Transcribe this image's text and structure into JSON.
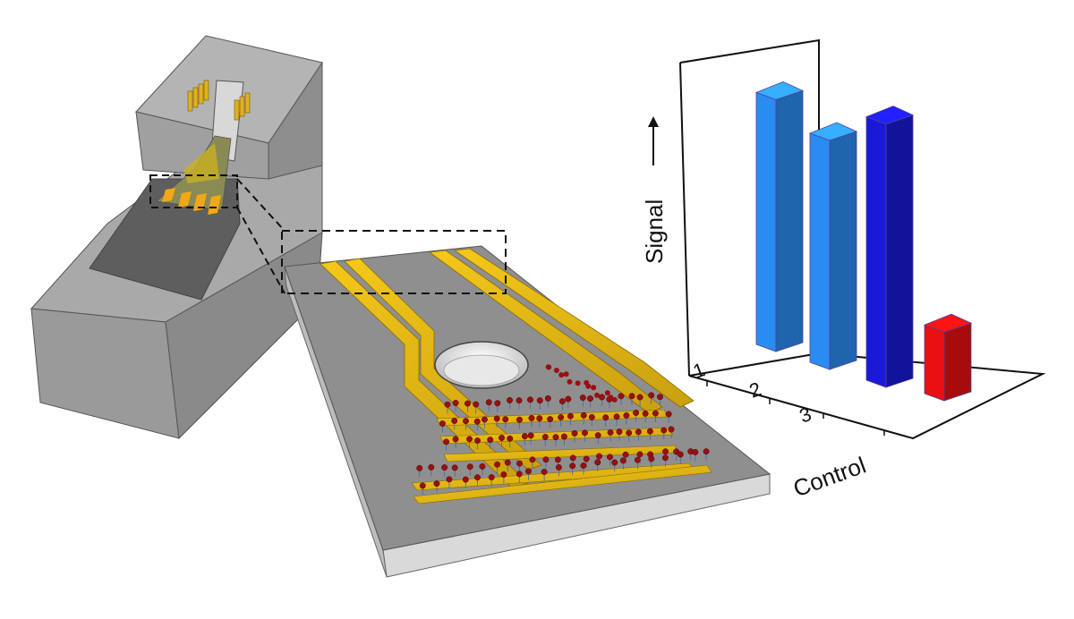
{
  "chart_data": {
    "type": "bar",
    "ylabel": "Signal",
    "categories": [
      "1",
      "2",
      "3",
      "Control"
    ],
    "values": [
      0.88,
      0.8,
      0.92,
      0.24
    ],
    "ylim": [
      0,
      1
    ],
    "colors": [
      "#2a8cf0",
      "#2a8cf0",
      "#1a1ad6",
      "#e81010"
    ],
    "grid": false
  }
}
